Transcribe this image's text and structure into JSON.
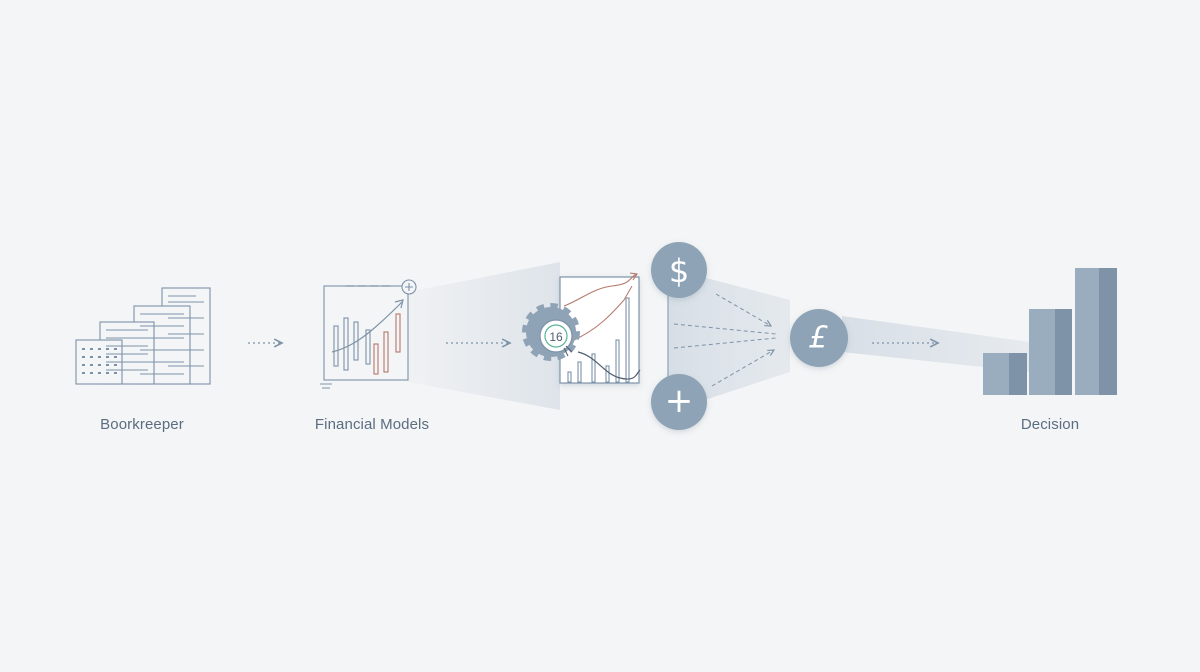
{
  "stages": [
    {
      "id": "bookkeeper",
      "label": "Boorkreeper"
    },
    {
      "id": "financial-models",
      "label": "Financial Models"
    },
    {
      "id": "decision",
      "label": "Decision"
    }
  ],
  "analysis": {
    "badge_number": "16"
  },
  "currency_nodes": [
    {
      "id": "dollar",
      "glyph": "$"
    },
    {
      "id": "plus",
      "glyph": "+"
    },
    {
      "id": "pound",
      "glyph": "£"
    }
  ],
  "colors": {
    "background": "#f4f5f6",
    "line": "#7d92a8",
    "node": "#8fa3b6",
    "accent_red": "#b5786b",
    "bar_front": "#9aadbf",
    "bar_side": "#7e93a8"
  }
}
